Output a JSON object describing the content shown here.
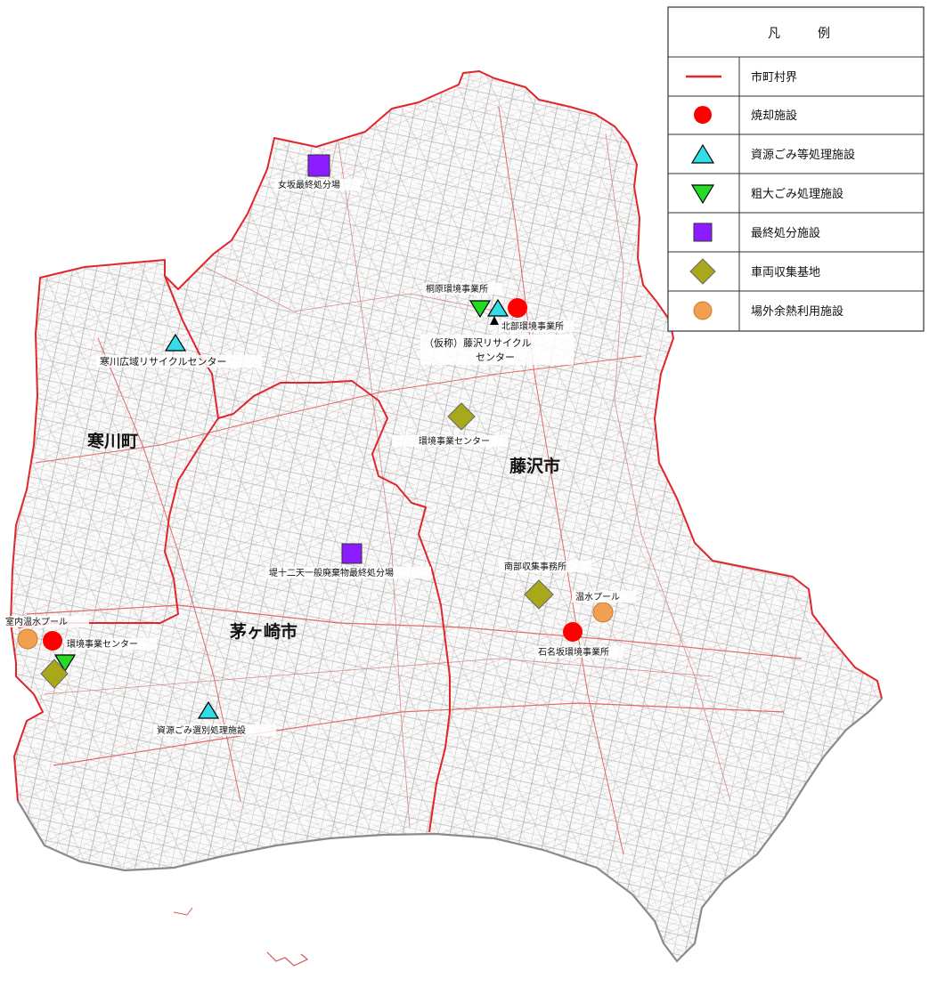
{
  "legend": {
    "title": "凡　例",
    "items": [
      {
        "symbol": "boundary-line",
        "label": "市町村界",
        "color": "#e0262b"
      },
      {
        "symbol": "red-circle",
        "label": "焼却施設",
        "color": "#ff0000"
      },
      {
        "symbol": "cyan-triangle-up",
        "label": "資源ごみ等処理施設",
        "color": "#33dde8"
      },
      {
        "symbol": "green-triangle-down",
        "label": "粗大ごみ処理施設",
        "color": "#22dd22"
      },
      {
        "symbol": "purple-square",
        "label": "最終処分施設",
        "color": "#8b1cff"
      },
      {
        "symbol": "olive-diamond",
        "label": "車両収集基地",
        "color": "#a8a81a"
      },
      {
        "symbol": "orange-circle",
        "label": "場外余熱利用施設",
        "color": "#f0a050"
      }
    ]
  },
  "cities": {
    "samukawa": "寒川町",
    "fujisawa": "藤沢市",
    "chigasaki": "茅ヶ崎市"
  },
  "facilities": {
    "onna_saishu": "女坂最終処分場",
    "samukawa_recycle": "寒川広域リサイクルセンター",
    "kiriwara": "桐原環境事業所",
    "hokubu": "北部環境事業所",
    "fujisawa_recycle_1": "（仮称）藤沢リサイクル",
    "fujisawa_recycle_2": "センター",
    "kankyo_jigyo": "環境事業センター",
    "sanjuni": "堤十二天一般廃棄物最終処分場",
    "nanbu_shushu": "南部収集事務所",
    "onsui_pool": "温水プール",
    "ishina": "石名坂環境事業所",
    "shitsunai_pool": "室内温水プール",
    "chigasaki_kankyo": "環境事業センター",
    "shigen_sorting": "資源ごみ選別処理施設"
  }
}
